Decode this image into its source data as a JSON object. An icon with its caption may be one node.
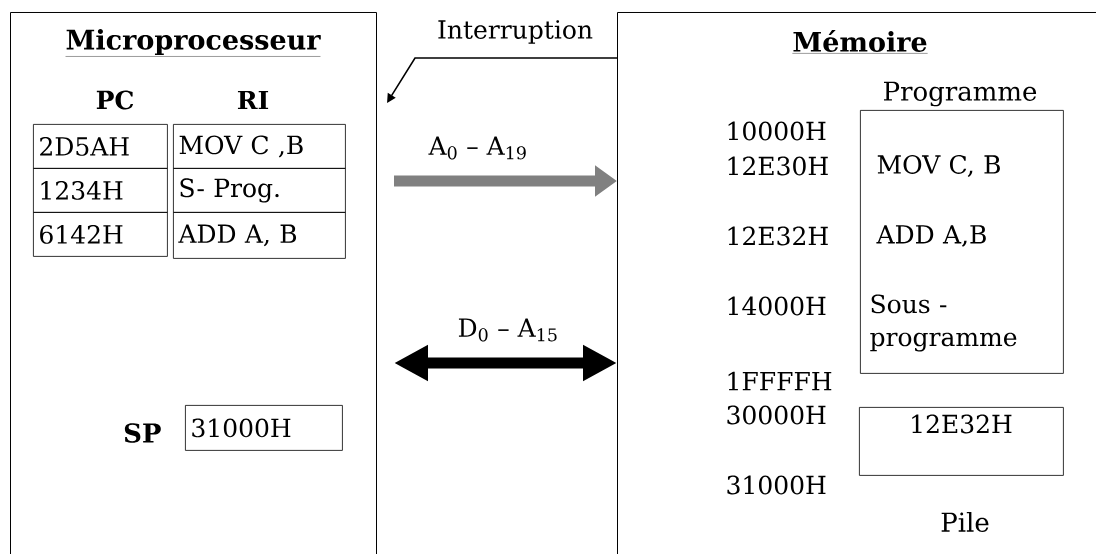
{
  "diagram": {
    "nodes": [
      {
        "text": [
          "Microprocesseur"
        ]
      },
      {
        "text": [
          "2D5AH"
        ],
        "in": 0
      },
      {
        "text": [
          "1234H"
        ],
        "in": 0
      },
      {
        "text": [
          "6142H"
        ],
        "in": 0
      },
      {
        "text": [
          "MOV C ,B"
        ],
        "in": 0
      },
      {
        "text": [
          "S- Prog."
        ],
        "in": 0
      },
      {
        "text": [
          "ADD A, B"
        ],
        "in": 0
      },
      {
        "text": [
          "31000H"
        ],
        "in": 0,
        "beside": [
          "SP"
        ]
      },
      {
        "text": [
          "Mémoire"
        ]
      },
      {
        "text": [
          "MOV C, B",
          "ADD A,B",
          "Sous - programme"
        ],
        "in": 8,
        "beside": [
          "Programme"
        ]
      },
      {
        "text": [
          "12E32H"
        ],
        "in": 8,
        "beside": [
          "Pile"
        ]
      }
    ],
    "edges": [
      {
        "from": 8,
        "to": 0,
        "arrow": "to",
        "label": "Interruption"
      },
      {
        "from": 0,
        "to": 8,
        "arrow": "to",
        "label": "A$_{0}$ – A$_{19}$",
        "color": "#808080"
      },
      {
        "from": 0,
        "to": 8,
        "arrow": "both",
        "label": "D$_{0}$ – A$_{15}$"
      }
    ],
    "labels": [
      "PC",
      "RI",
      "10000H",
      "12E30H",
      "12E32H",
      "14000H",
      "1FFFFH",
      "30000H",
      "31000H"
    ]
  }
}
